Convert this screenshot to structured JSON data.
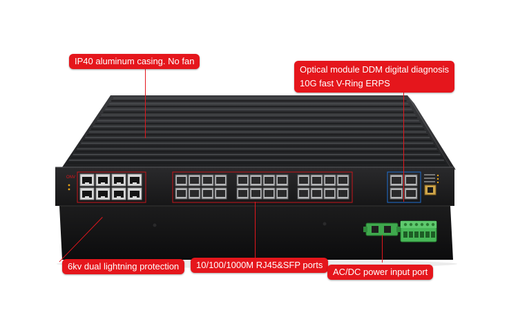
{
  "colors": {
    "callout_bg": "#e5161c",
    "callout_text": "#ffffff",
    "chassis_top": "#2a2a2c",
    "chassis_front": "#1b1b1c",
    "base_unit": "#131314",
    "terminal_green": "#3fb34f"
  },
  "callouts": {
    "casing": "IP40 aluminum casing. No fan",
    "optical": {
      "line1": "Optical module DDM digital diagnosis",
      "line2": "10G fast V-Ring ERPS"
    },
    "lightning": "6kv dual lightning protection",
    "ports": "10/100/1000M RJ45&SFP ports",
    "power": "AC/DC power input port"
  },
  "device": {
    "brand_mark": "ONV",
    "rj45_port_count": 8,
    "sfp_port_count": 24,
    "uplink_sfp_count": 4,
    "power_terminal_pins": 6
  }
}
